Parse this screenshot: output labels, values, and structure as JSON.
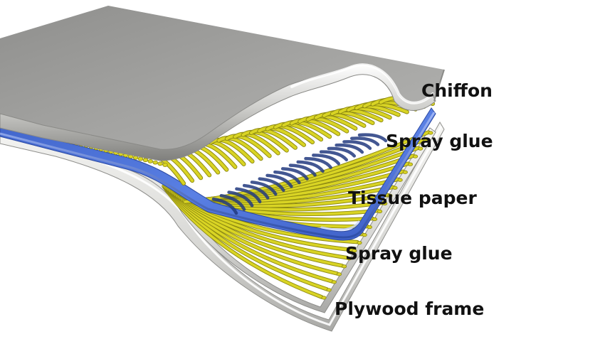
{
  "diagram": {
    "layers": [
      {
        "id": "chiffon",
        "label": "Chiffon",
        "color": "#a9a9a7"
      },
      {
        "id": "spray-glue-top",
        "label": "Spray glue",
        "color": "#d9d424"
      },
      {
        "id": "tissue-paper",
        "label": "Tissue paper",
        "color": "#4e73d8"
      },
      {
        "id": "spray-glue-bottom",
        "label": "Spray glue",
        "color": "#d9d424"
      },
      {
        "id": "plywood-frame",
        "label": "Plywood frame",
        "color": "#cfcfcc"
      }
    ]
  }
}
